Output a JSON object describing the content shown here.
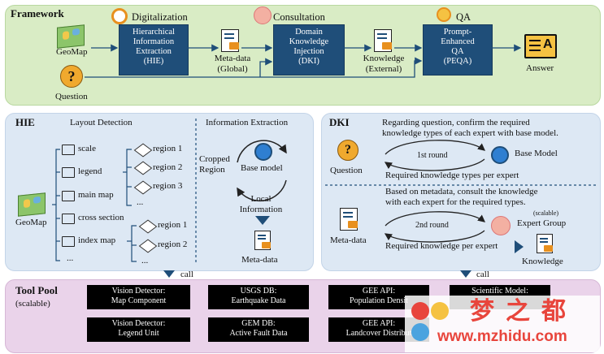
{
  "framework": {
    "title": "Framework",
    "geomap": "GeoMap",
    "question": "Question",
    "stage_digitalization": "Digitalization",
    "stage_consultation": "Consultation",
    "stage_qa": "QA",
    "hie_box": [
      "Hierarchical",
      "Information",
      "Extraction",
      "(HIE)"
    ],
    "metadata": [
      "Meta-data",
      "(Global)"
    ],
    "dki_box": [
      "Domain",
      "Knowledge",
      "Injection",
      "(DKI)"
    ],
    "knowledge": [
      "Knowledge",
      "(External)"
    ],
    "peqa_box": [
      "Prompt-",
      "Enhanced",
      "QA",
      "(PEQA)"
    ],
    "answer": "Answer"
  },
  "hie": {
    "title": "HIE",
    "layout_detection": "Layout Detection",
    "information_extraction": "Information Extraction",
    "geomap": "GeoMap",
    "items": [
      "scale",
      "legend",
      "main map",
      "cross section",
      "index map",
      "..."
    ],
    "regions_a": [
      "region 1",
      "region 2",
      "region 3",
      "..."
    ],
    "regions_b": [
      "region 1",
      "region 2",
      "..."
    ],
    "cropped_region": [
      "Cropped",
      "Region"
    ],
    "base_model": "Base model",
    "local_information": [
      "Local",
      "Information"
    ],
    "metadata": "Meta-data"
  },
  "dki": {
    "title": "DKI",
    "text1": [
      "Regarding question, confirm the required",
      "knowledge types of each expert with base model."
    ],
    "question": "Question",
    "round1": "1st round",
    "base_model": "Base Model",
    "req_types": "Required knowledge types per expert",
    "text2": [
      "Based on metadata, consult the knowledge",
      "with each expert for the required types."
    ],
    "metadata": "Meta-data",
    "round2": "2nd round",
    "scalable": "(scalable)",
    "expert_group": "Expert Group",
    "req_knowledge": "Required knowledge per expert",
    "knowledge": "Knowledge"
  },
  "call_label": "call",
  "tool_pool": {
    "title": "Tool Pool",
    "subtitle": "(scalable)",
    "tools_row1": [
      [
        "Vision Detector:",
        "Map Component"
      ],
      [
        "USGS DB:",
        "Earthquake Data"
      ],
      [
        "GEE API:",
        "Population Densit"
      ],
      [
        "Scientific Model:",
        ""
      ]
    ],
    "tools_row2": [
      [
        "Vision Detector:",
        "Legend Unit"
      ],
      [
        "GEM DB:",
        "Active Fault Data"
      ],
      [
        "GEE API:",
        "Landcover Distribut"
      ]
    ]
  },
  "watermark": {
    "brand": "梦之都",
    "url": "www.mzhidu.com"
  },
  "colors": {
    "framework_bg": "#d9ecc5",
    "panel_bg": "#dde8f4",
    "pool_bg": "#ead3ea",
    "module_box": "#1f4e79",
    "tool_box": "#000000",
    "accent_orange": "#e8901e"
  }
}
